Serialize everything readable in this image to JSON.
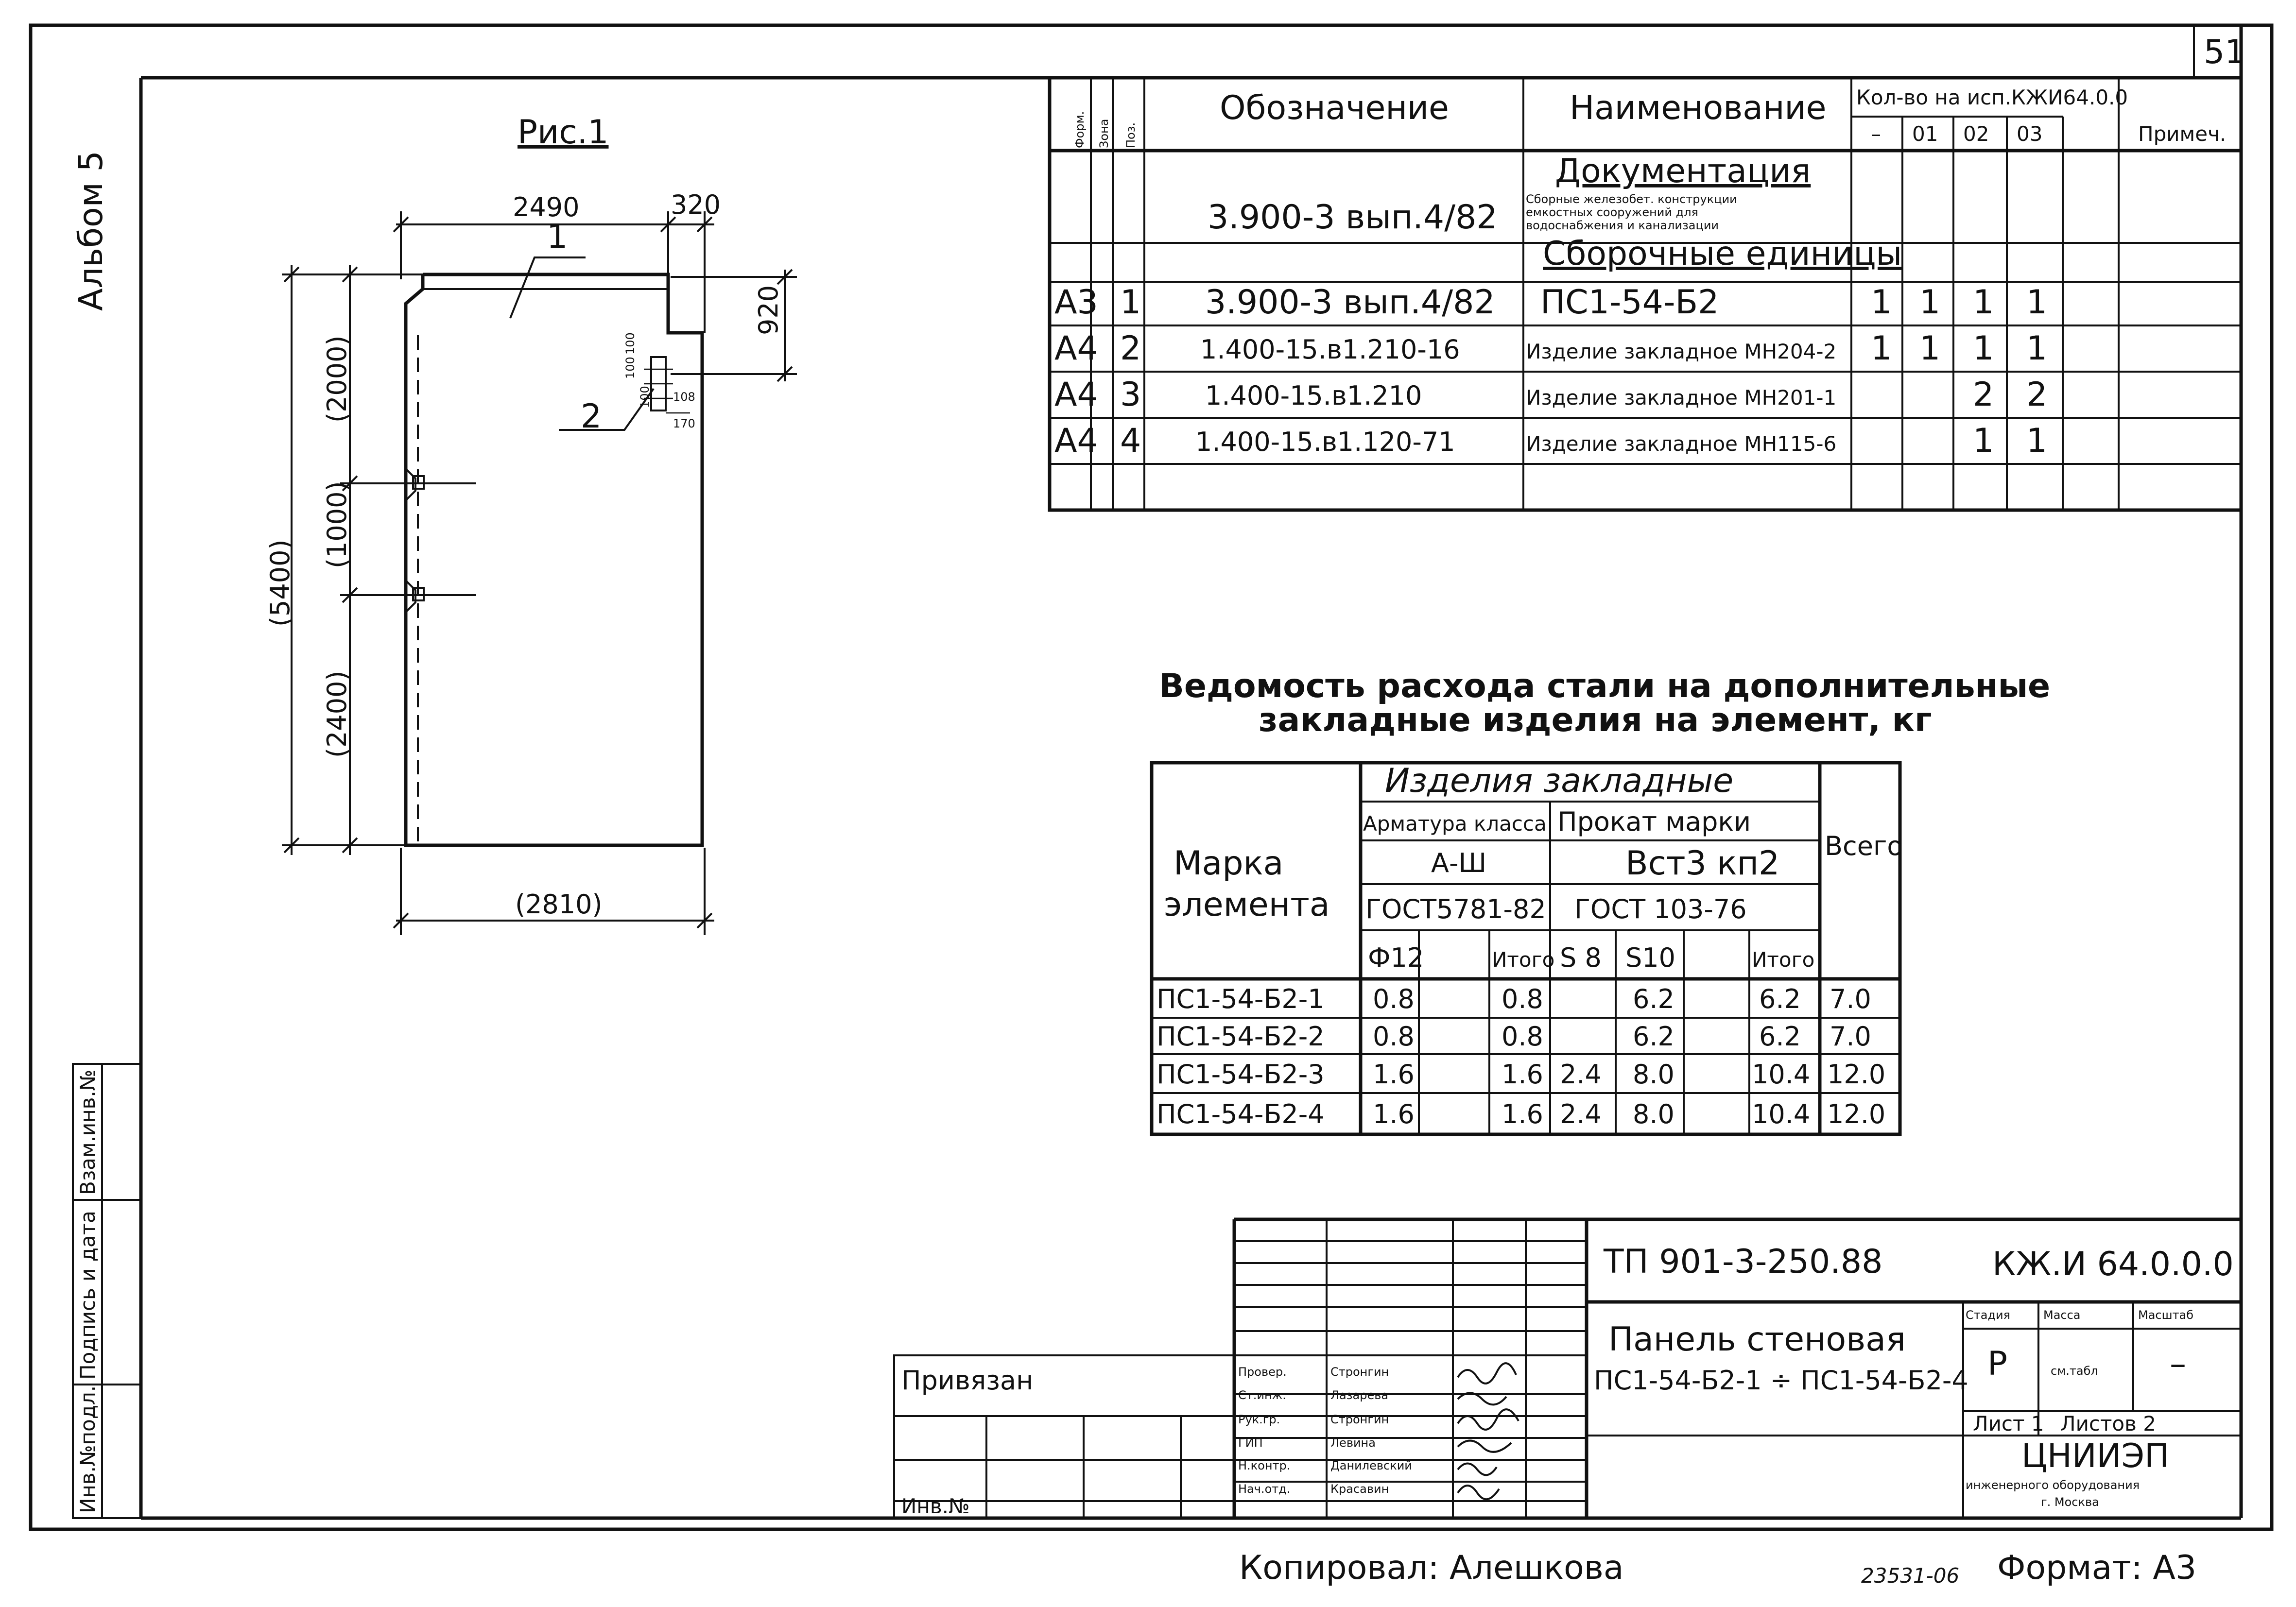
{
  "sheet": {
    "page_number": "51",
    "album": "Альбом 5",
    "copied_by": "Копировал: Алешкова",
    "inventory_stamp": "23531-06",
    "format_label": "Формат: А3"
  },
  "figure": {
    "title": "Рис.1",
    "dims": {
      "width_top": "2490",
      "width_small": "320",
      "height_right": "920",
      "h_total": "(5400)",
      "h_upper": "(2000)",
      "h_mid": "(1000)",
      "h_lower": "(2400)",
      "width_bottom": "(2810)",
      "detail_a": "100",
      "detail_b": "100",
      "detail_c": "100",
      "detail_d": "108",
      "detail_e": "170"
    },
    "labels": {
      "pos1": "1",
      "pos2": "2"
    }
  },
  "spec_table": {
    "headers": {
      "format": "Форм.",
      "zone": "Зона",
      "pos": "Поз.",
      "designation": "Обозначение",
      "name": "Наименование",
      "qty": "Кол-во на исп.КЖИ64.0.0",
      "qty_cols": [
        "–",
        "01",
        "02",
        "03"
      ],
      "note": "Примеч."
    },
    "sections": {
      "docs": "Документация",
      "assembly": "Сборочные единицы"
    },
    "doc_row": {
      "designation": "3.900-3 вып.4/82",
      "name_lines": [
        "Сборные железобет. конструкции",
        "емкостных сооружений для",
        "водоснабжения и канализации"
      ]
    },
    "rows": [
      {
        "format": "А3",
        "pos": "1",
        "designation": "3.900-3 вып.4/82",
        "name": "ПС1-54-Б2",
        "q": [
          "1",
          "1",
          "1",
          "1"
        ]
      },
      {
        "format": "А4",
        "pos": "2",
        "designation": "1.400-15.в1.210-16",
        "name": "Изделие закладное МН204-2",
        "q": [
          "1",
          "1",
          "1",
          "1"
        ]
      },
      {
        "format": "А4",
        "pos": "3",
        "designation": "1.400-15.в1.210",
        "name": "Изделие закладное МН201-1",
        "q": [
          "",
          "",
          "2",
          "2"
        ]
      },
      {
        "format": "А4",
        "pos": "4",
        "designation": "1.400-15.в1.120-71",
        "name": "Изделие закладное МН115-6",
        "q": [
          "",
          "",
          "1",
          "1"
        ]
      }
    ]
  },
  "steel_table": {
    "title_line1": "Ведомость расхода стали на дополнительные",
    "title_line2": "закладные изделия на элемент, кг",
    "headers": {
      "mark": "Марка",
      "element": "элемента",
      "group": "Изделия закладные",
      "armature": "Арматура класса",
      "prokat": "Прокат марки",
      "total": "Всего",
      "aiii": "А-Ш",
      "vst": "Вст3 кп2",
      "gost1": "ГОСТ5781-82",
      "gost2": "ГОСТ 103-76",
      "cols": [
        "Ф12",
        "",
        "Итого",
        "S 8",
        "S10",
        "",
        "Итого"
      ]
    },
    "rows": [
      {
        "mark": "ПС1-54-Б2-1",
        "v": [
          "0.8",
          "",
          "0.8",
          "",
          "6.2",
          "",
          "6.2",
          "7.0"
        ]
      },
      {
        "mark": "ПС1-54-Б2-2",
        "v": [
          "0.8",
          "",
          "0.8",
          "",
          "6.2",
          "",
          "6.2",
          "7.0"
        ]
      },
      {
        "mark": "ПС1-54-Б2-3",
        "v": [
          "1.6",
          "",
          "1.6",
          "2.4",
          "8.0",
          "",
          "10.4",
          "12.0"
        ]
      },
      {
        "mark": "ПС1-54-Б2-4",
        "v": [
          "1.6",
          "",
          "1.6",
          "2.4",
          "8.0",
          "",
          "10.4",
          "12.0"
        ]
      }
    ]
  },
  "title_block": {
    "project": "ТП 901-3-250.88",
    "code": "КЖ.И 64.0.0.0",
    "name_line1": "Панель стеновая",
    "name_line2": "ПС1-54-Б2-1 ÷ ПС1-54-Б2-4",
    "stage_h": "Стадия",
    "mass_h": "Масса",
    "scale_h": "Масштаб",
    "stage": "Р",
    "mass": "см.табл",
    "scale": "–",
    "sheet": "Лист 1",
    "sheets": "Листов 2",
    "org": "ЦНИИЭП",
    "org_line2": "инженерного оборудования",
    "city": "г. Москва",
    "privyazan": "Привязан",
    "inv": "Инв.№",
    "signers": [
      {
        "role": "Провер.",
        "name": "Стронгин"
      },
      {
        "role": "Ст.инж.",
        "name": "Лазарева"
      },
      {
        "role": "Рук.гр.",
        "name": "Стронгин"
      },
      {
        "role": "ГИП",
        "name": "Левина"
      },
      {
        "role": "Н.контр.",
        "name": "Данилевский"
      },
      {
        "role": "Нач.отд.",
        "name": "Красавин"
      }
    ]
  },
  "side_stamp": [
    "Инв.№подл.",
    "Подпись и дата",
    "Взам.инв.№"
  ]
}
